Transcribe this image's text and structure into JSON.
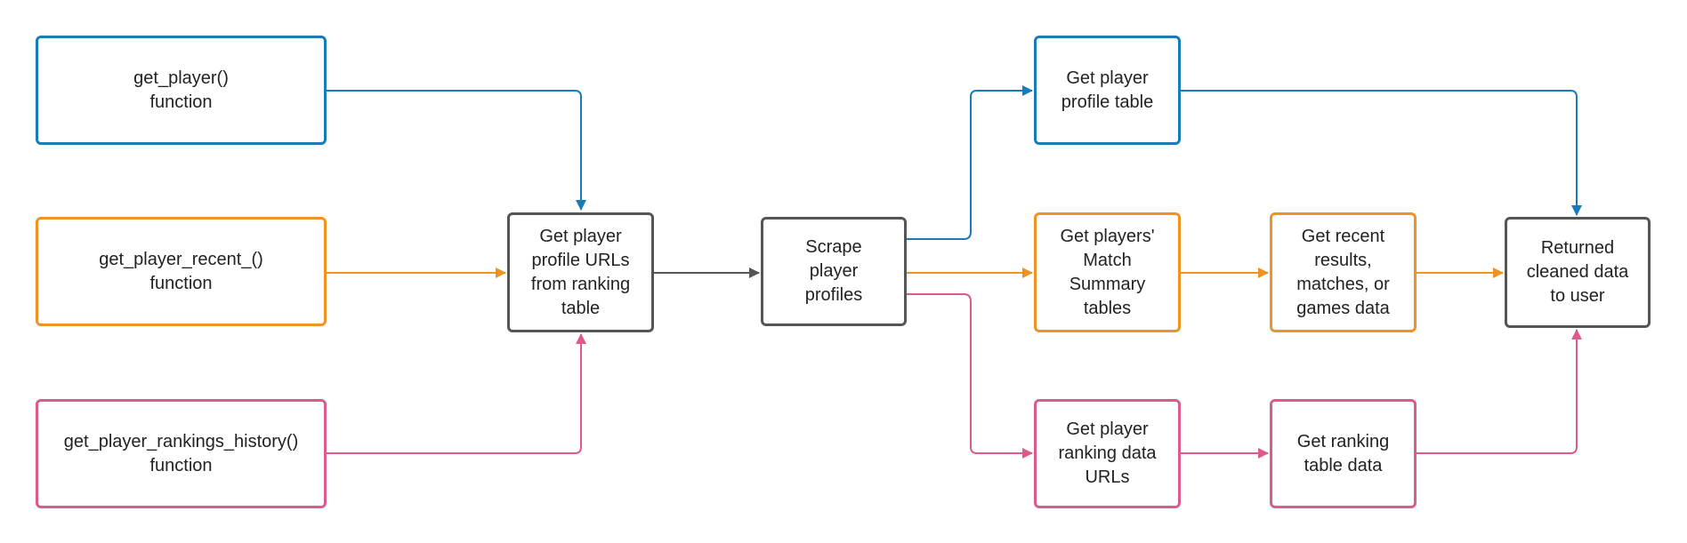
{
  "colors": {
    "blue": "#1a7bb9",
    "orange": "#ef9325",
    "pink": "#dd5b8c",
    "gray": "#555555"
  },
  "nodes": {
    "get_player_fn": {
      "text": "get_player()\nfunction",
      "color": "blue"
    },
    "get_player_recent_fn": {
      "text": "get_player_recent_()\nfunction",
      "color": "orange"
    },
    "get_player_rankings_history_fn": {
      "text": "get_player_rankings_history()\nfunction",
      "color": "pink"
    },
    "get_profile_urls": {
      "text": "Get player\nprofile URLs\nfrom ranking\ntable",
      "color": "gray"
    },
    "scrape_profiles": {
      "text": "Scrape\nplayer\nprofiles",
      "color": "gray"
    },
    "profile_table": {
      "text": "Get player\nprofile table",
      "color": "blue"
    },
    "match_summary": {
      "text": "Get players'\nMatch\nSummary\ntables",
      "color": "orange"
    },
    "recent_results": {
      "text": "Get recent\nresults,\nmatches, or\ngames data",
      "color": "orange"
    },
    "ranking_urls": {
      "text": "Get player\nranking data\nURLs",
      "color": "pink"
    },
    "ranking_table": {
      "text": "Get ranking\ntable data",
      "color": "pink"
    },
    "returned": {
      "text": "Returned\ncleaned data\nto user",
      "color": "gray"
    }
  },
  "edges": [
    {
      "from": "get_player_fn",
      "to": "get_profile_urls",
      "color": "blue"
    },
    {
      "from": "get_player_recent_fn",
      "to": "get_profile_urls",
      "color": "orange"
    },
    {
      "from": "get_player_rankings_history_fn",
      "to": "get_profile_urls",
      "color": "pink"
    },
    {
      "from": "get_profile_urls",
      "to": "scrape_profiles",
      "color": "gray"
    },
    {
      "from": "scrape_profiles",
      "to": "profile_table",
      "color": "blue"
    },
    {
      "from": "scrape_profiles",
      "to": "match_summary",
      "color": "orange"
    },
    {
      "from": "scrape_profiles",
      "to": "ranking_urls",
      "color": "pink"
    },
    {
      "from": "profile_table",
      "to": "returned",
      "color": "blue"
    },
    {
      "from": "match_summary",
      "to": "recent_results",
      "color": "orange"
    },
    {
      "from": "recent_results",
      "to": "returned",
      "color": "orange"
    },
    {
      "from": "ranking_urls",
      "to": "ranking_table",
      "color": "pink"
    },
    {
      "from": "ranking_table",
      "to": "returned",
      "color": "pink"
    }
  ]
}
